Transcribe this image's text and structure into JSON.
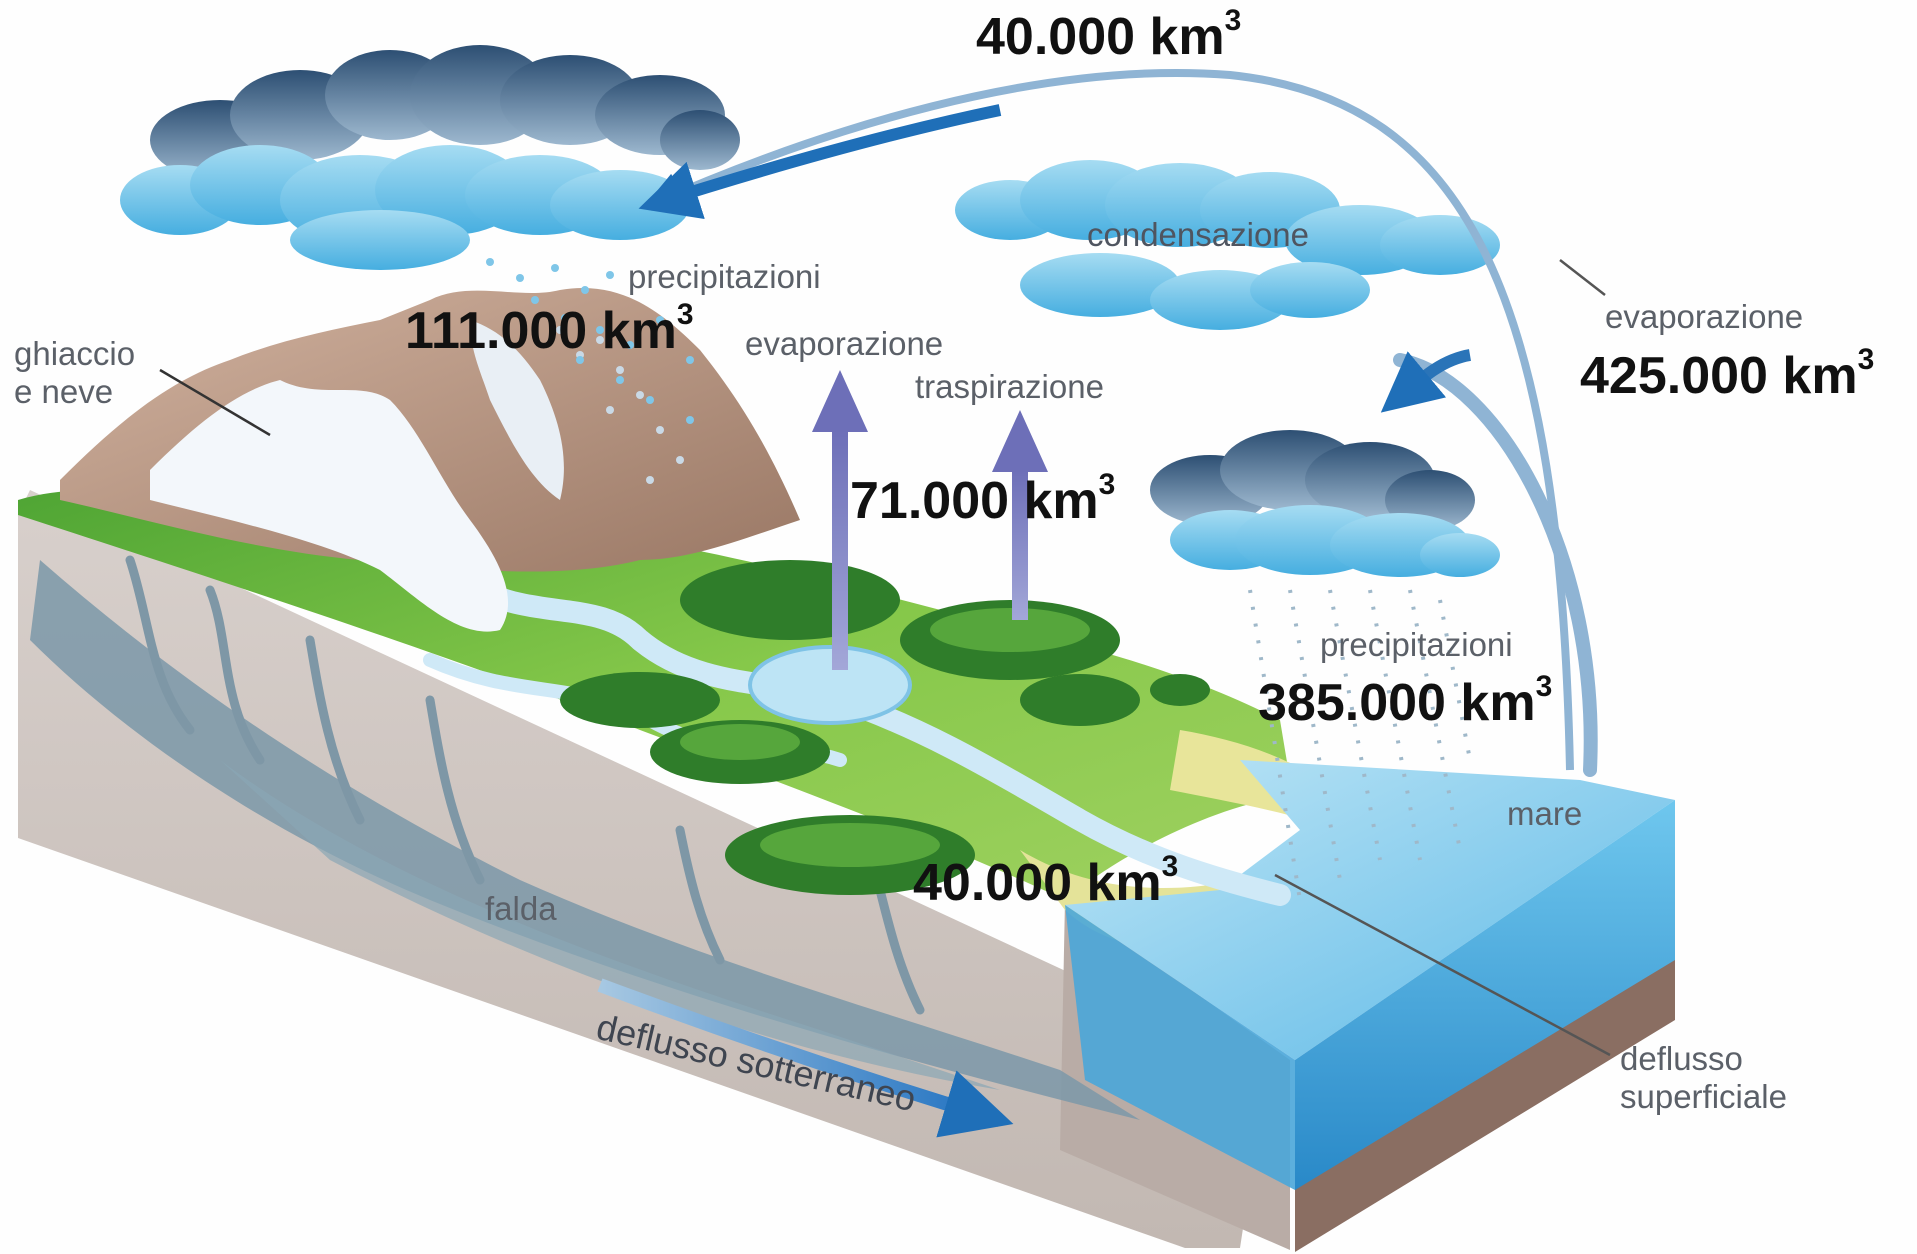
{
  "labels": {
    "ghiaccio_e_neve": "ghiaccio\ne neve",
    "precipitazioni_mountain": "precipitazioni",
    "evaporazione_lake": "evaporazione",
    "traspirazione": "traspirazione",
    "condensazione": "condensazione",
    "evaporazione_sea": "evaporazione",
    "precipitazioni_sea": "precipitazioni",
    "mare": "mare",
    "falda": "falda",
    "deflusso_sotterraneo": "deflusso sotterraneo",
    "deflusso_superficiale": "deflusso\nsuperficiale"
  },
  "quantities": {
    "advection_top": {
      "value": "40.000 km",
      "exp": "3"
    },
    "precipitation_land": {
      "value": "111.000 km",
      "exp": "3"
    },
    "evapotranspiration_land": {
      "value": "71.000 km",
      "exp": "3"
    },
    "evaporation_sea": {
      "value": "425.000 km",
      "exp": "3"
    },
    "precipitation_sea": {
      "value": "385.000 km",
      "exp": "3"
    },
    "runoff": {
      "value": "40.000 km",
      "exp": "3"
    }
  },
  "colors": {
    "arrow_blue": "#1f6fb8",
    "arrow_light": "#8fb4d4",
    "arrow_purple": "#8589c7",
    "grass": "#7cc244",
    "sea": "#39a8df",
    "rock": "#b89a88"
  }
}
